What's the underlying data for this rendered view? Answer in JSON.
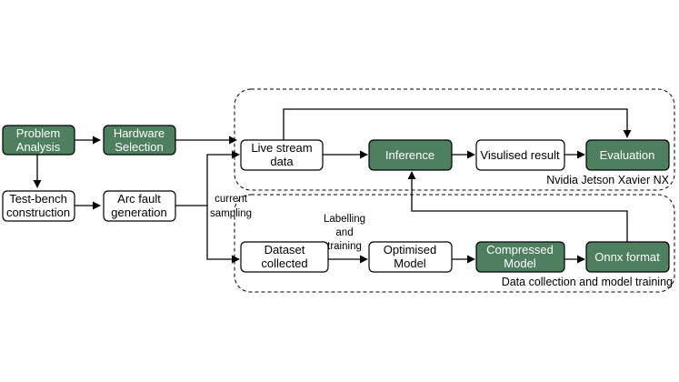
{
  "nodes": {
    "problem_analysis": {
      "l1": "Problem",
      "l2": "Analysis"
    },
    "hardware_selection": {
      "l1": "Hardware",
      "l2": "Selection"
    },
    "test_bench": {
      "l1": "Test-bench",
      "l2": "construction"
    },
    "arc_fault": {
      "l1": "Arc fault",
      "l2": "generation"
    },
    "live_stream": {
      "l1": "Live stream",
      "l2": "data"
    },
    "inference": {
      "l1": "Inference"
    },
    "visualised_result": {
      "l1": "Visulised result"
    },
    "evaluation": {
      "l1": "Evaluation"
    },
    "dataset": {
      "l1": "Dataset",
      "l2": "collected"
    },
    "optimised_model": {
      "l1": "Optimised",
      "l2": "Model"
    },
    "compressed_model": {
      "l1": "Compressed",
      "l2": "Model"
    },
    "onnx_format": {
      "l1": "Onnx format"
    }
  },
  "edge_labels": {
    "current_sampling": {
      "l1": "current",
      "l2": "sampling"
    },
    "labelling_training": {
      "l1": "Labelling",
      "l2": "and",
      "l3": "training"
    }
  },
  "groups": {
    "jetson": "Nvidia Jetson Xavier NX",
    "data_collection": "Data collection and model training"
  },
  "colors": {
    "green_fill": "#4e7f5f",
    "border": "#000000",
    "white_fill": "#ffffff"
  }
}
